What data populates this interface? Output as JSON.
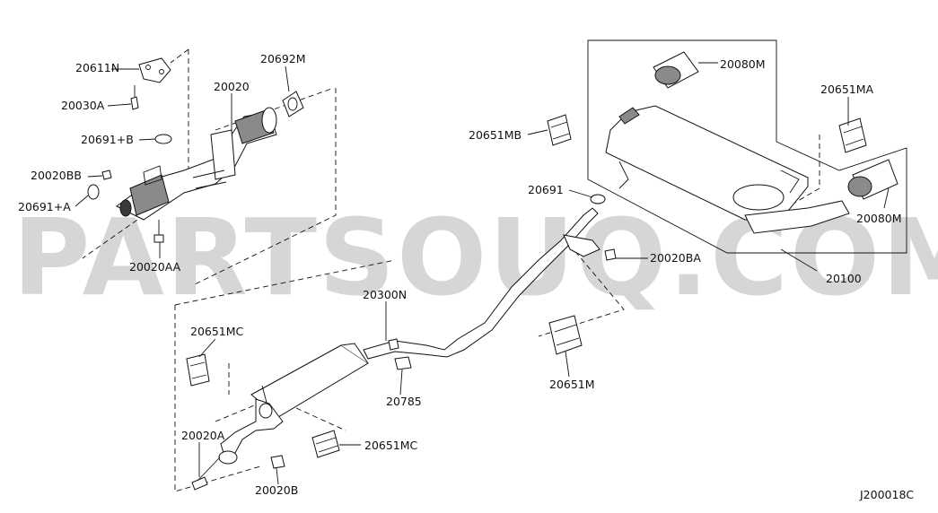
{
  "watermark": "PARTSOUQ.COM",
  "diagram_code": "J200018C",
  "parts": {
    "p20611N": "20611N",
    "p20030A": "20030A",
    "p20691B": "20691+B",
    "p20020BB": "20020BB",
    "p20691A": "20691+A",
    "p20020AA": "20020AA",
    "p20020": "20020",
    "p20692M": "20692M",
    "p20080M_top": "20080M",
    "p20651MA": "20651MA",
    "p20651MB": "20651MB",
    "p20691": "20691",
    "p20080M_right": "20080M",
    "p20020BA": "20020BA",
    "p20100": "20100",
    "p20300N": "20300N",
    "p20651MC_left": "20651MC",
    "p20785": "20785",
    "p20651M": "20651M",
    "p20020A": "20020A",
    "p20651MC_bottom": "20651MC",
    "p20020B": "20020B"
  }
}
